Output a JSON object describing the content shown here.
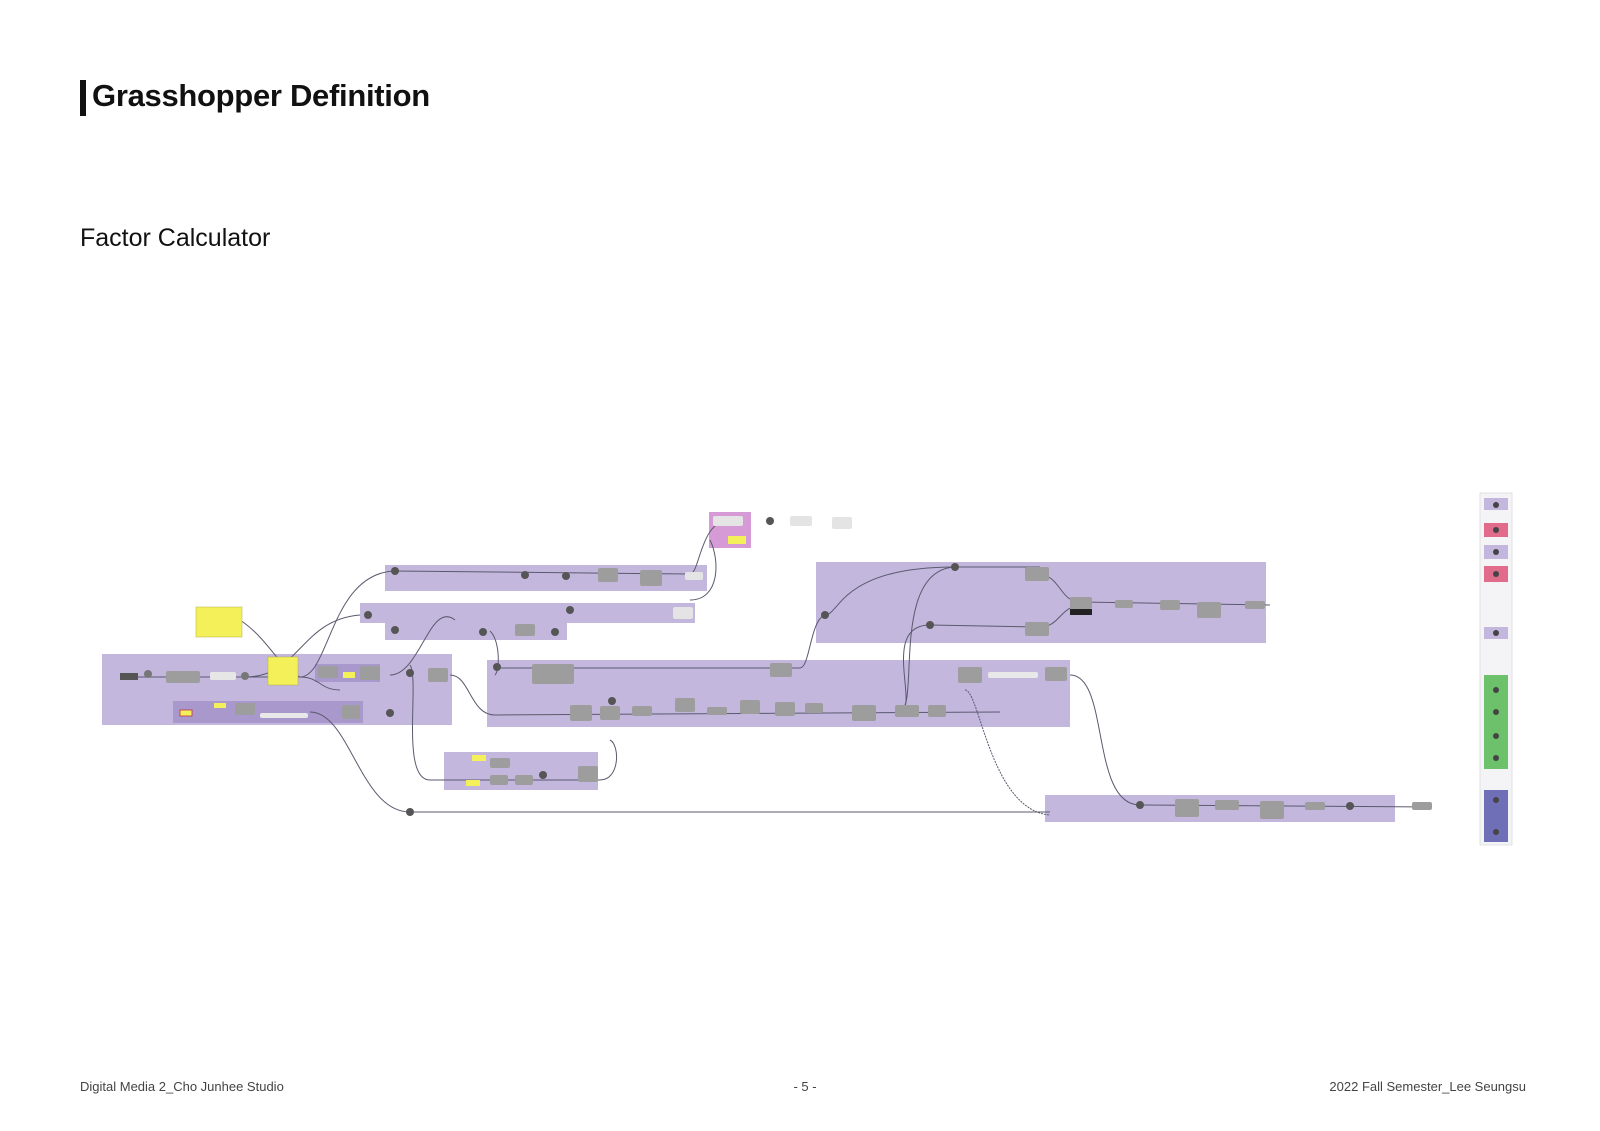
{
  "header": {
    "title": "Grasshopper Definition",
    "subtitle": "Factor Calculator"
  },
  "footer": {
    "left": "Digital Media 2_Cho Junhee Studio",
    "center": "- 5 -",
    "right": "2022 Fall Semester_Lee Seungsu"
  },
  "colors": {
    "group_fill": "#c4b7dd",
    "group_fill_dark": "#b09fd0",
    "component_fill": "#9d9d9d",
    "panel_yellow": "#f3f05a",
    "wire": "#5a5a6e",
    "output_pink": "#e06b8a",
    "output_green": "#6cc16a",
    "output_blue": "#6f6fb8",
    "group_magenta": "#d69ad6"
  }
}
